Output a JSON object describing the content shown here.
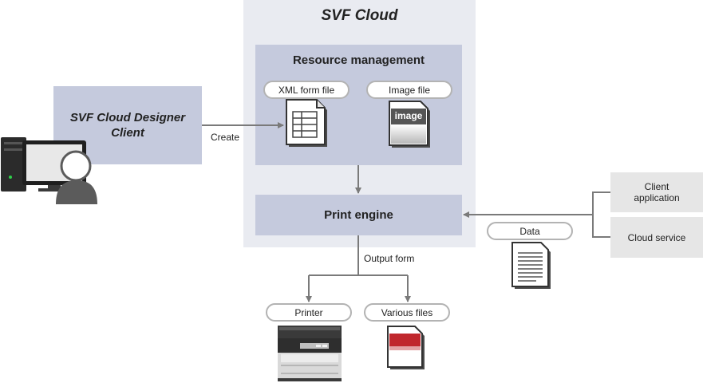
{
  "title": "SVF Cloud",
  "resource_management": {
    "title": "Resource management",
    "xml_form_file": "XML form file",
    "image_file": "Image file",
    "image_icon_text": "image"
  },
  "print_engine": "Print engine",
  "designer": {
    "line1": "SVF Cloud Designer",
    "line2": "Client"
  },
  "create_label": "Create",
  "output_form_label": "Output form",
  "printer_label": "Printer",
  "various_files_label": "Various files",
  "data_label": "Data",
  "client_application": {
    "line1": "Client",
    "line2": "application"
  },
  "cloud_service": "Cloud service",
  "icons": {
    "computer": "computer-user-icon",
    "xml_doc": "form-document-icon",
    "image_doc": "image-document-icon",
    "data_doc": "data-document-icon",
    "printer": "printer-icon",
    "file": "file-icon"
  },
  "colors": {
    "cloud_bg": "#e9ebf1",
    "box_bg": "#c5cadd",
    "external_bg": "#e6e6e6",
    "arrow": "#7a7a7a"
  }
}
